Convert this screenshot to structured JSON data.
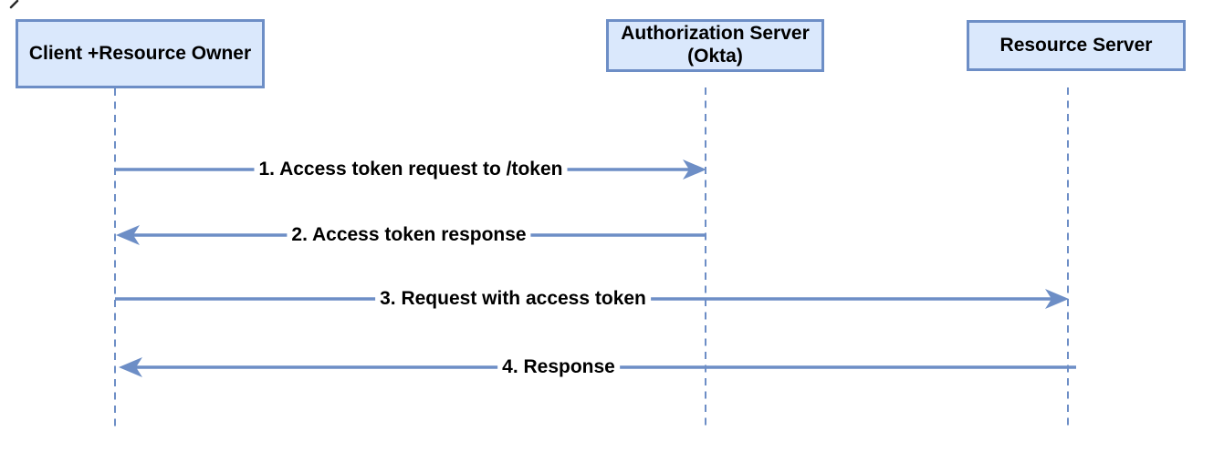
{
  "diagram": {
    "kind": "sequence-diagram"
  },
  "actors": [
    {
      "id": "client",
      "label": "Client +Resource Owner"
    },
    {
      "id": "authorization-server",
      "label": "Authorization Server\n(Okta)"
    },
    {
      "id": "resource-server",
      "label": "Resource Server"
    }
  ],
  "messages": [
    {
      "label": "1. Access token request to /token",
      "from": "client",
      "to": "authorization-server",
      "direction": "right"
    },
    {
      "label": "2. Access token response",
      "from": "authorization-server",
      "to": "client",
      "direction": "left"
    },
    {
      "label": "3. Request with access token",
      "from": "client",
      "to": "resource-server",
      "direction": "right"
    },
    {
      "label": "4. Response",
      "from": "resource-server",
      "to": "client",
      "direction": "left"
    }
  ],
  "colors": {
    "actor_fill": "#dae8fc",
    "stroke": "#6d8ec6",
    "text": "#000000",
    "background": "#ffffff"
  }
}
